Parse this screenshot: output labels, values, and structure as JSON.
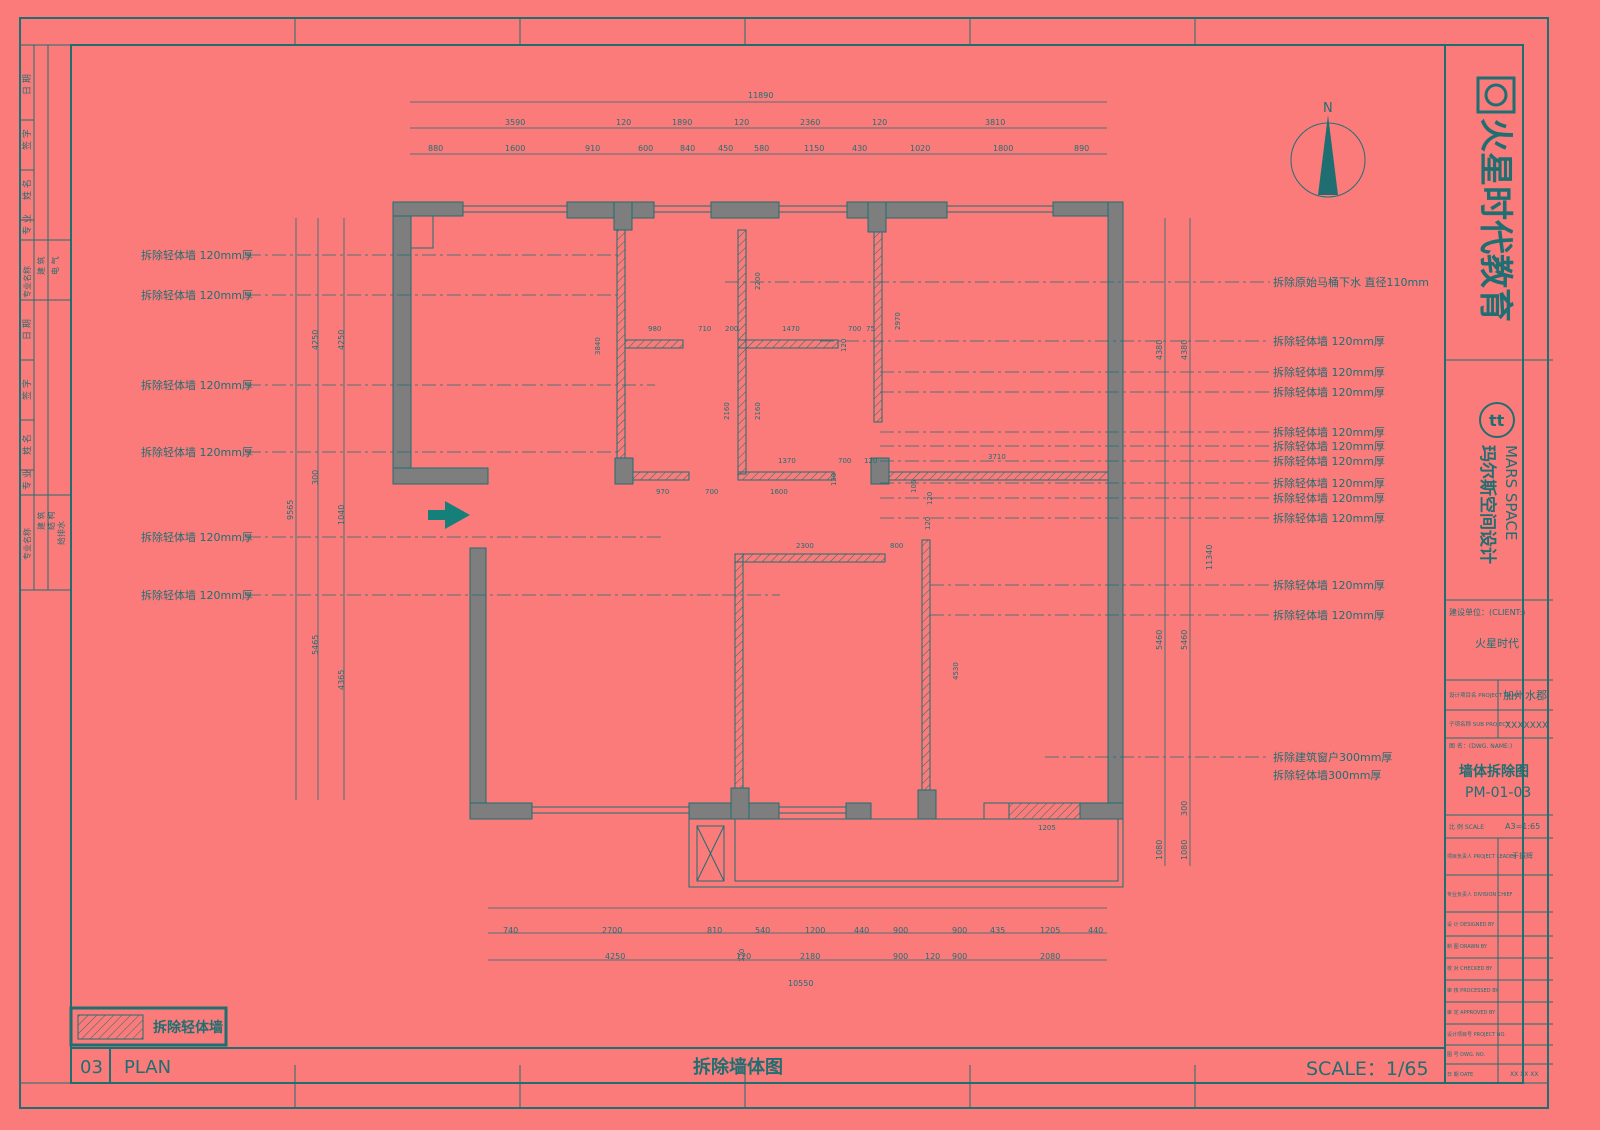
{
  "colors": {
    "background": "#fb7b7b",
    "line": "#1f6f72",
    "wall": "#7e7e7e",
    "arrow": "#15807a"
  },
  "north_label": "N",
  "top_dims": {
    "overall": "11890",
    "row2": [
      "3590",
      "120",
      "1890",
      "120",
      "2360",
      "120",
      "3810"
    ],
    "row3": [
      "880",
      "1600",
      "910",
      "600",
      "840",
      "450",
      "580",
      "1150",
      "430",
      "1020",
      "1800",
      "890"
    ]
  },
  "bottom_dims": {
    "row1": [
      "740",
      "2700",
      "810",
      "540",
      "1200",
      "440",
      "900",
      "900",
      "435",
      "1205",
      "440"
    ],
    "row2": [
      "4250",
      "120",
      "2180",
      "900",
      "120",
      "900",
      "2080"
    ],
    "overall": "10550"
  },
  "interior_dims": [
    "3840",
    "980",
    "710",
    "200",
    "1470",
    "700",
    "75",
    "2200",
    "2970",
    "120",
    "2160",
    "2160",
    "1370",
    "700",
    "120",
    "3710",
    "970",
    "700",
    "1600",
    "120",
    "105",
    "120",
    "2300",
    "800",
    "120",
    "4530",
    "1205",
    "120"
  ],
  "left_dims": [
    "4250",
    "4250",
    "300",
    "1040",
    "9565",
    "5465",
    "4365"
  ],
  "right_dims": [
    "4380",
    "4380",
    "11340",
    "5460",
    "5460",
    "300",
    "1080",
    "1080"
  ],
  "left_labels": [
    "拆除轻体墙 120mm厚",
    "拆除轻体墙 120mm厚",
    "拆除轻体墙 120mm厚",
    "拆除轻体墙 120mm厚",
    "拆除轻体墙 120mm厚",
    "拆除轻体墙 120mm厚"
  ],
  "right_labels": [
    "拆除原始马桶下水 直径110mm",
    "拆除轻体墙 120mm厚",
    "拆除轻体墙 120mm厚",
    "拆除轻体墙 120mm厚",
    "拆除轻体墙 120mm厚",
    "拆除轻体墙 120mm厚",
    "拆除轻体墙 120mm厚",
    "拆除轻体墙 120mm厚",
    "拆除轻体墙 120mm厚",
    "拆除轻体墙 120mm厚",
    "拆除轻体墙 120mm厚",
    "拆除轻体墙 120mm厚",
    "拆除建筑窗户300mm厚",
    "拆除轻体墙300mm厚"
  ],
  "legend_label": "拆除轻体墙",
  "bottom_bar": {
    "number": "03",
    "plan": "PLAN",
    "title": "拆除墙体图",
    "scale": "SCALE：1/65"
  },
  "left_strip": {
    "upper": [
      "日 期",
      "签 字",
      "姓 名",
      "专 业"
    ],
    "discipline_a": "专业名称",
    "discipline_a_items": [
      "建 筑",
      "电 气"
    ],
    "mid": [
      "日 期",
      "签 字",
      "姓 名",
      "专 业"
    ],
    "discipline_b": "专业名称",
    "discipline_b_items": [
      "建 筑",
      "结 构",
      "给排水"
    ]
  },
  "title_block": {
    "company": "火星时代教育",
    "mars_en": "MARS SPACE",
    "mars_cn": "玛尔斯空间设计",
    "client_label": "建设单位：(CLIENT:)",
    "client_value": "火星时代",
    "project_label": "设计项目名 PROJECT NAME",
    "project_value": "加州水郡",
    "sub_label": "子项名称 SUB PROJECT",
    "sub_value": "XXXXXXX",
    "dwg_name_label": "图 名：(DWG. NAME:)",
    "dwg_name": "墙体拆除图",
    "dwg_no": "PM-01-03",
    "scale_label": "比 例 SCALE",
    "scale_value": "A3=1:65",
    "rows": [
      {
        "label": "项目负责人 PROJECT LEADER",
        "value": "于振辉"
      },
      {
        "label": "专业负责人 DIVISION CHIEF",
        "value": ""
      },
      {
        "label": "设 计 DESIGNED BY",
        "value": ""
      },
      {
        "label": "制 图 DRAWN BY",
        "value": ""
      },
      {
        "label": "校 对 CHECKED BY",
        "value": ""
      },
      {
        "label": "审 核 PROCESSED BY",
        "value": ""
      },
      {
        "label": "审 定 APPROVED BY",
        "value": ""
      },
      {
        "label": "设计项目号 PROJECT NO.",
        "value": ""
      },
      {
        "label": "图 号 DWG. NO.",
        "value": ""
      },
      {
        "label": "日 期 DATE",
        "value": "XX XX XX"
      }
    ]
  }
}
